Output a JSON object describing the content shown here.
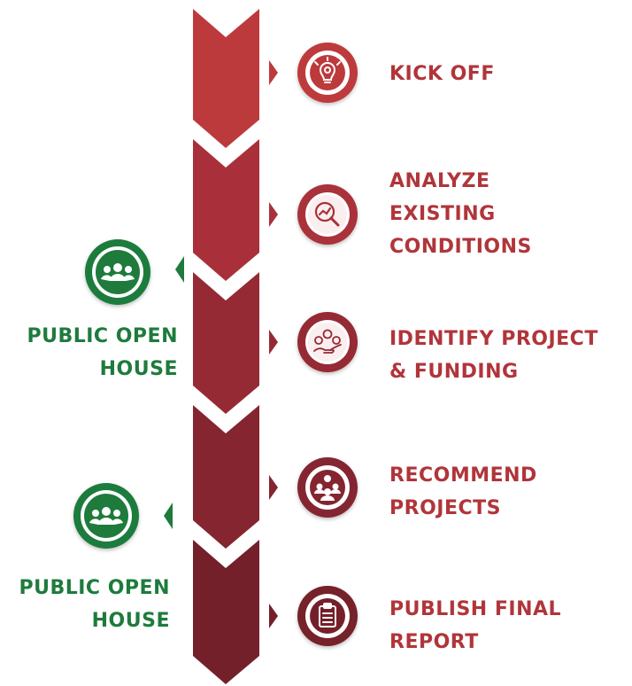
{
  "steps": [
    {
      "label": "KICK OFF",
      "icon": "lightbulb-gear-icon",
      "color": "#bd3a3c"
    },
    {
      "label": "ANALYZE\nEXISTING\nCONDITIONS",
      "icon": "magnifier-chart-icon",
      "color": "#a9303a"
    },
    {
      "label": "IDENTIFY PROJECT\n& FUNDING",
      "icon": "hand-coins-icon",
      "color": "#952a35"
    },
    {
      "label": "RECOMMEND\nPROJECTS",
      "icon": "team-gear-icon",
      "color": "#842530"
    },
    {
      "label": "PUBLISH FINAL\nREPORT",
      "icon": "clipboard-icon",
      "color": "#74202a"
    }
  ],
  "events": [
    {
      "label": "PUBLIC OPEN\nHOUSE",
      "icon": "group-people-icon"
    },
    {
      "label": "PUBLIC OPEN\nHOUSE",
      "icon": "group-people-icon"
    }
  ],
  "colors": {
    "step_text": "#b0353a",
    "event_text": "#1e7b3c",
    "event_icon": "#1e7b3c"
  }
}
